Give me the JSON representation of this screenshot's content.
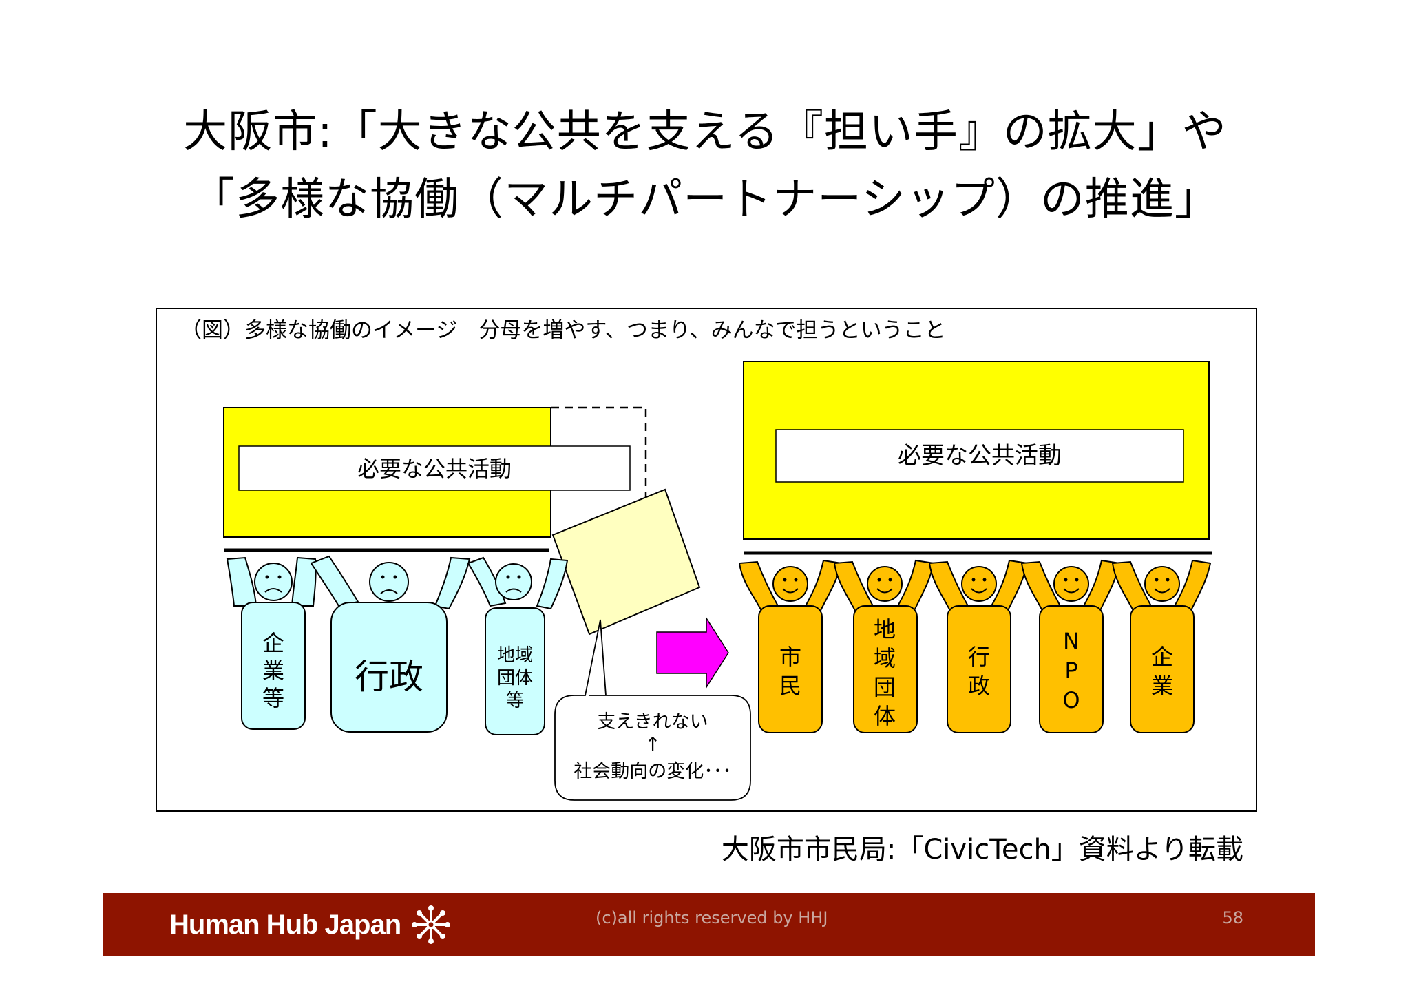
{
  "title": {
    "line1": "大阪市:「大きな公共を支える『担い手』の拡大」や",
    "line2": "「多様な協働（マルチパートナーシップ）の推進」"
  },
  "figure": {
    "caption": "（図）多様な協働のイメージ　分母を増やす、つまり、みんなで担うということ",
    "left_activity_label": "必要な公共活動",
    "right_activity_label": "必要な公共活動",
    "left_supporters": [
      "企業等",
      "行政",
      "地域団体等"
    ],
    "right_supporters": [
      "市民",
      "地域団体",
      "行政",
      "NPO",
      "企業"
    ],
    "callout": {
      "line1": "支えきれない",
      "arrow": "↑",
      "line2": "社会動向の変化･･･"
    }
  },
  "source": "大阪市市民局:「CivicTech」資料より転載",
  "footer": {
    "brand": "Human Hub Japan",
    "copyright": "(c)all rights reserved by HHJ",
    "page_number": "58"
  },
  "colors": {
    "yellow": "#ffff00",
    "light_yellow": "#ffffc0",
    "cyan_figure": "#ccffff",
    "orange_figure": "#ffc000",
    "magenta_arrow": "#ff00ff",
    "footer_bg": "#8e1400"
  }
}
